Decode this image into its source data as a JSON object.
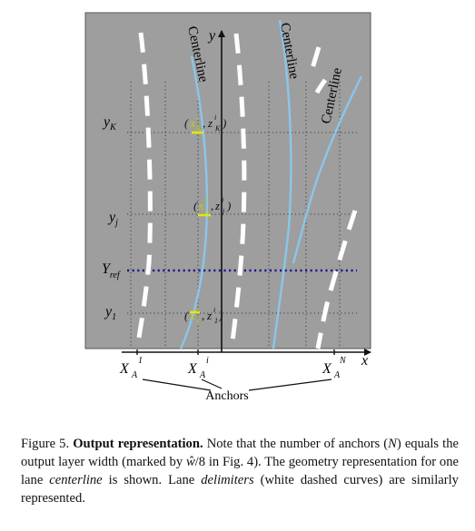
{
  "figure": {
    "y_axis_label": "y",
    "x_axis_label": "x",
    "row_labels": {
      "yK": {
        "main": "y",
        "sub": "K"
      },
      "yj": {
        "main": "y",
        "sub": "j"
      },
      "yref": {
        "main": "Y",
        "sub": "ref"
      },
      "y1": {
        "main": "y",
        "sub": "1"
      }
    },
    "anchor_labels": {
      "first": {
        "main": "X",
        "sub": "A",
        "sup": "1"
      },
      "i": {
        "main": "X",
        "sub": "A",
        "sup": "i"
      },
      "last": {
        "main": "X",
        "sub": "A",
        "sup": "N"
      }
    },
    "anchors_label": "Anchors",
    "centerline_labels": [
      "Centerline",
      "Centerline",
      "Centerline"
    ],
    "points": {
      "K": {
        "x": "x",
        "x_sub": "K",
        "z": "z",
        "z_sub": "K"
      },
      "j": {
        "x": "x",
        "x_sub": "j",
        "z": "z",
        "z_sub": "j"
      },
      "1": {
        "x": "x",
        "x_sub": "1",
        "z": "z",
        "z_sub": "1"
      }
    },
    "point_superscript": "i",
    "colors": {
      "background": "#9e9e9e",
      "centerline": "#8ac6ea",
      "delimiter": "#ffffff",
      "highlight": "#e3e800",
      "grid": "#3a3a3a"
    }
  },
  "caption": {
    "prefix": "Figure 5.",
    "title": "Output representation.",
    "text1": "Note that the number of anchors (",
    "N": "N",
    "text2": ") equals the output layer width (marked by ",
    "what": "ŵ",
    "text3": "/8 in Fig. 4). The geometry representation for one lane ",
    "centerline": "centerline",
    "text4": " is shown. Lane ",
    "delimiters": "delimiters",
    "text5": " (white dashed curves) are similarly represented."
  }
}
